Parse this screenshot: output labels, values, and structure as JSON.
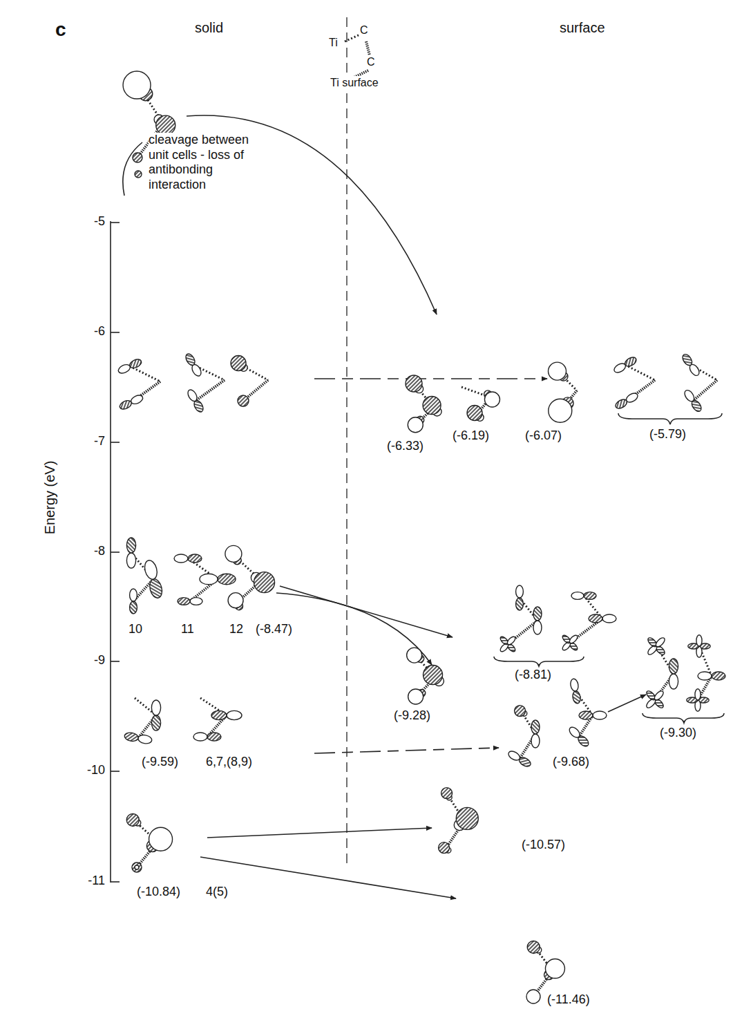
{
  "diagram": {
    "labels": [
      "c",
      "solid",
      "surface",
      "Ti",
      "C",
      "C",
      "Ti surface",
      "cleavage between unit cells - loss of antibonding interaction",
      "-5",
      "-6",
      "-7",
      "-8",
      "-9",
      "-10",
      "-11",
      "Energy (eV)",
      "(-6.33)",
      "(-6.19)",
      "(-6.07)",
      "(-5.79)",
      "10",
      "11",
      "12",
      "(-8.47)",
      "(-8.81)",
      "(-9.28)",
      "(-9.68)",
      "(-9.30)",
      "(-9.59)",
      "6,7,(8,9)",
      "(-10.84)",
      "4(5)",
      "(-10.57)",
      "(-11.46)"
    ]
  }
}
